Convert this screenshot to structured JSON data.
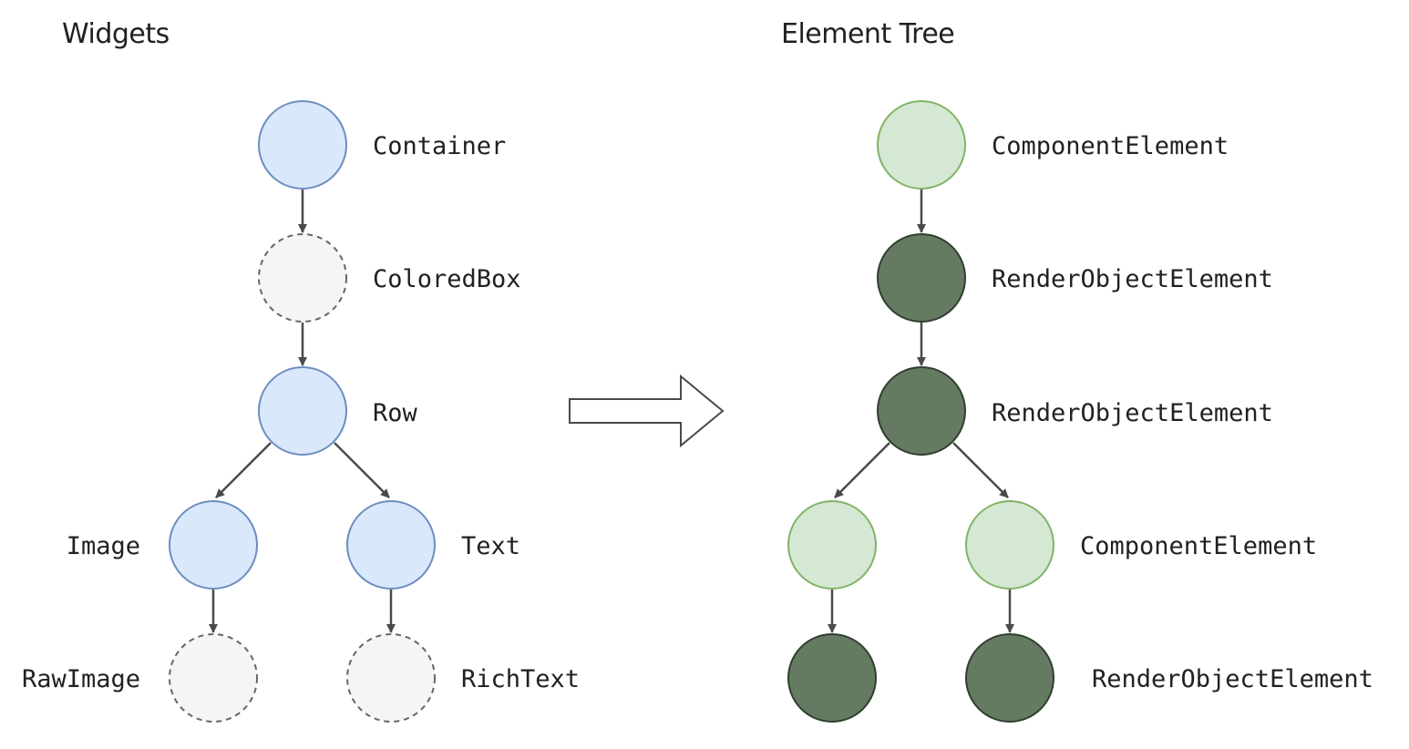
{
  "colors": {
    "widget_fill": "#dae8fc",
    "widget_stroke": "#6c8ebf",
    "proxy_fill": "#f5f5f5",
    "proxy_stroke": "#666666",
    "component_fill": "#d5e8d4",
    "component_stroke": "#82b366",
    "render_fill": "#647b62",
    "render_stroke": "#2f3f2e",
    "edge": "#4a4a4a",
    "text": "#202124"
  },
  "widgets": {
    "title": "Widgets",
    "nodes": {
      "container": {
        "label": "Container",
        "style": "widget"
      },
      "coloredbox": {
        "label": "ColoredBox",
        "style": "proxy"
      },
      "row": {
        "label": "Row",
        "style": "widget"
      },
      "image": {
        "label": "Image",
        "style": "widget"
      },
      "text": {
        "label": "Text",
        "style": "widget"
      },
      "rawimage": {
        "label": "RawImage",
        "style": "proxy"
      },
      "richtext": {
        "label": "RichText",
        "style": "proxy"
      }
    }
  },
  "transform_arrow": {
    "icon": "right-block-arrow-icon"
  },
  "element_tree": {
    "title": "Element Tree",
    "nodes": {
      "root": {
        "label": "ComponentElement",
        "style": "component"
      },
      "render1": {
        "label": "RenderObjectElement",
        "style": "render"
      },
      "render2": {
        "label": "RenderObjectElement",
        "style": "render"
      },
      "left_component": {
        "style": "component"
      },
      "right_component": {
        "label": "ComponentElement",
        "style": "component"
      },
      "left_render": {
        "style": "render"
      },
      "right_render": {
        "label": "RenderObjectElement",
        "style": "render"
      }
    }
  }
}
